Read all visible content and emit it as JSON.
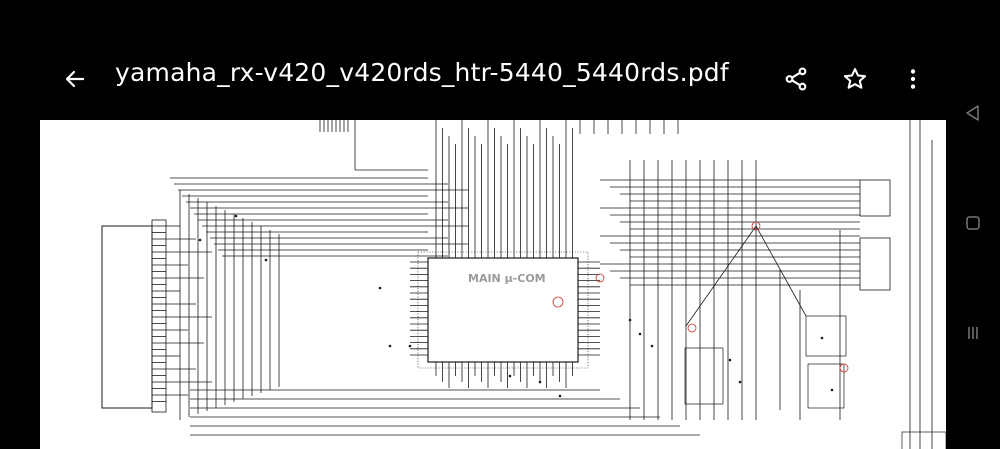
{
  "app_bar": {
    "title": "yamaha_rx-v420_v420rds_htr-5440_5440rds.pdf",
    "back_icon": "arrow-left-icon",
    "actions": [
      {
        "name": "share",
        "icon": "share-icon"
      },
      {
        "name": "favorite",
        "icon": "star-outline-icon"
      },
      {
        "name": "more",
        "icon": "more-vertical-icon"
      }
    ]
  },
  "document": {
    "chip_label": "MAIN μ-COM"
  },
  "system_nav": {
    "buttons": [
      "back-triangle-icon",
      "home-square-icon",
      "recents-lines-icon"
    ]
  },
  "colors": {
    "bar_background": "#000000",
    "text": "#ffffff",
    "nav_icon": "#777777",
    "schematic_line": "#1a1a1a",
    "chip_label": "#9a9a9a",
    "marker_red": "#cc3333"
  }
}
